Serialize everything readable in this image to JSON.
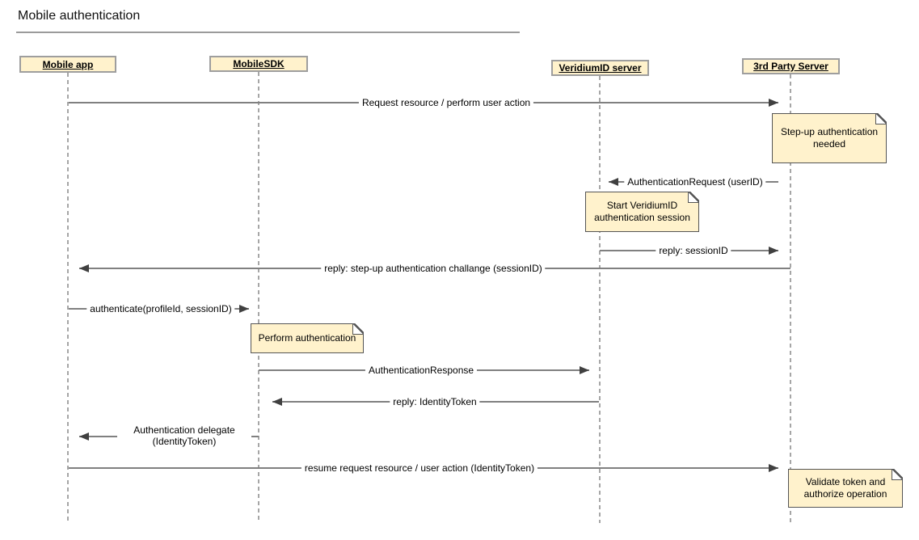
{
  "title": "Mobile authentication",
  "actors": [
    {
      "label": "Mobile app"
    },
    {
      "label": "MobileSDK"
    },
    {
      "label": "VeridiumID server"
    },
    {
      "label": "3rd Party Server"
    }
  ],
  "messages": [
    {
      "label": "Request resource / perform user action",
      "from": "Mobile app",
      "to": "3rd Party Server"
    },
    {
      "label": "AuthenticationRequest (userID)",
      "from": "3rd Party Server",
      "to": "VeridiumID server"
    },
    {
      "label": "reply: sessionID",
      "from": "VeridiumID server",
      "to": "3rd Party Server"
    },
    {
      "label": "reply: step-up authentication challange (sessionID)",
      "from": "3rd Party Server",
      "to": "Mobile app"
    },
    {
      "label": "authenticate(profileId, sessionID)",
      "from": "Mobile app",
      "to": "MobileSDK"
    },
    {
      "label": "AuthenticationResponse",
      "from": "MobileSDK",
      "to": "VeridiumID server"
    },
    {
      "label": "reply: IdentityToken",
      "from": "VeridiumID server",
      "to": "MobileSDK"
    },
    {
      "label": "Authentication delegate (IdentityToken)",
      "from": "MobileSDK",
      "to": "Mobile app"
    },
    {
      "label": "resume request resource / user action (IdentityToken)",
      "from": "Mobile app",
      "to": "3rd Party Server"
    }
  ],
  "notes": [
    {
      "text": "Step-up authentication needed"
    },
    {
      "text": "Start VeridiumID authentication session"
    },
    {
      "text": "Perform authentication"
    },
    {
      "text": "Validate token and authorize operation"
    }
  ],
  "colors": {
    "note_fill": "#FFF2CC",
    "note_border": "#555555",
    "actor_fill": "#FFF2CC",
    "actor_border": "#9E9E9E",
    "message_line": "#808080",
    "arrowhead": "#404040",
    "lifeline": "#A6A6A6"
  }
}
